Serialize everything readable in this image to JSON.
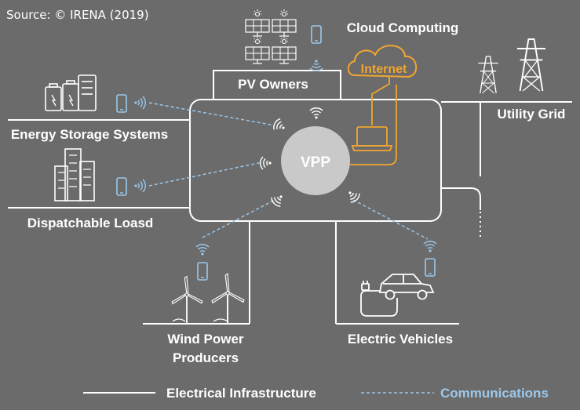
{
  "source": "Source: © IRENA (2019)",
  "center": {
    "label": "VPP"
  },
  "nodes": {
    "pv_owners": "PV Owners",
    "cloud_computing": "Cloud Computing",
    "internet": "Internet",
    "energy_storage": "Energy Storage Systems",
    "dispatchable": "Dispatchable Loasd",
    "utility_grid": "Utility Grid",
    "wind_line1": "Wind Power",
    "wind_line2": "Producers",
    "electric_vehicles": "Electric Vehicles"
  },
  "legend": {
    "electrical": "Electrical Infrastructure",
    "communications": "Communications"
  },
  "colors": {
    "background": "#6b6b6b",
    "electrical": "#ffffff",
    "communications": "#9cc8ea",
    "internet": "#f0a630",
    "vpp_circle": "#c9c9c9"
  }
}
